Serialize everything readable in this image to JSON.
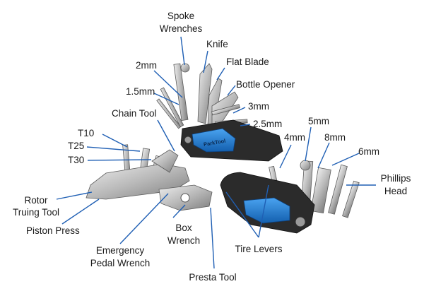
{
  "labels": {
    "spoke_wrenches_1": "Spoke",
    "spoke_wrenches_2": "Wrenches",
    "knife": "Knife",
    "flat_blade": "Flat Blade",
    "bottle_opener": "Bottle Opener",
    "mm2": "2mm",
    "mm1_5": "1.5mm",
    "mm3": "3mm",
    "mm2_5": "2.5mm",
    "chain_tool": "Chain Tool",
    "t10": "T10",
    "t25": "T25",
    "t30": "T30",
    "mm4": "4mm",
    "mm5": "5mm",
    "mm8": "8mm",
    "mm6": "6mm",
    "phillips_1": "Phillips",
    "phillips_2": "Head",
    "rotor_1": "Rotor",
    "rotor_2": "Truing Tool",
    "piston_press": "Piston Press",
    "box_1": "Box",
    "box_2": "Wrench",
    "emergency_1": "Emergency",
    "emergency_2": "Pedal Wrench",
    "tire_levers": "Tire Levers",
    "presta_tool": "Presta Tool",
    "brand": "ParkTool"
  },
  "colors": {
    "leader": "#1f5fb4",
    "tool_blue": "#1f78d1",
    "tool_black": "#2b2b2b",
    "steel": "#c9c9c9"
  }
}
